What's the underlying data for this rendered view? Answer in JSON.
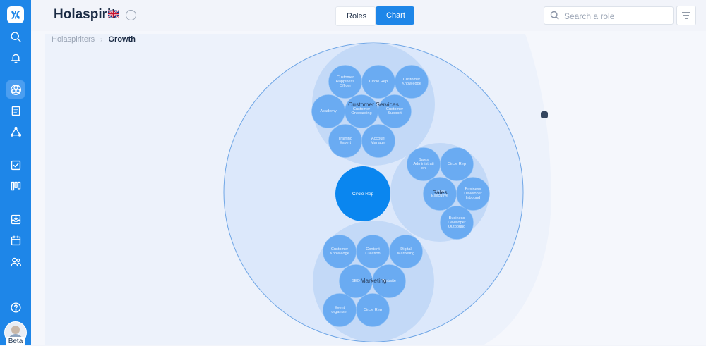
{
  "app": {
    "title": "Holaspirit",
    "flag_icon": "uk-flag-icon",
    "info_icon": "info-icon",
    "beta_label": "Beta"
  },
  "sidebar": {
    "items": [
      {
        "name": "search-icon"
      },
      {
        "name": "bell-icon"
      },
      {
        "name": "organization-chart-icon",
        "active": true
      },
      {
        "name": "document-icon"
      },
      {
        "name": "governance-icon"
      },
      {
        "name": "checklist-icon"
      },
      {
        "name": "kanban-icon"
      },
      {
        "name": "inbox-icon"
      },
      {
        "name": "calendar-icon"
      },
      {
        "name": "people-icon"
      },
      {
        "name": "help-icon"
      }
    ]
  },
  "view_toggle": {
    "roles_label": "Roles",
    "chart_label": "Chart",
    "selected": "Chart"
  },
  "search": {
    "placeholder": "Search a role",
    "value": ""
  },
  "filter_icon": "filter-icon",
  "breadcrumb": {
    "root": "Holaspiriters",
    "current": "Growth"
  },
  "colors": {
    "primary": "#1e86e8",
    "outer_circle": "#dce8fb",
    "sub_circle": "#c3d9f7",
    "role_bubble": "#6aabf2",
    "focus_role": "#0a86ef"
  },
  "chart": {
    "circle_name": "Growth",
    "center_role": "Circle Rep",
    "sub_circles": [
      {
        "name": "Customer Services",
        "roles": [
          "Customer Happiness Officer",
          "Circle Rep",
          "Customer Knowledge",
          "Academy",
          "Customer Onboarding",
          "Customer Support",
          "Training Expert",
          "Account Manager"
        ]
      },
      {
        "name": "Sales",
        "roles": [
          "Sales Administrati on",
          "Circle Rep",
          "Sales Executive",
          "Business Developer Inbound",
          "Business Developer Outbound"
        ]
      },
      {
        "name": "Marketing",
        "roles": [
          "Customer Knowledge",
          "Content Creation",
          "Digital Marketing",
          "SEO",
          "Website",
          "Event organiser",
          "Circle Rep"
        ]
      }
    ]
  }
}
